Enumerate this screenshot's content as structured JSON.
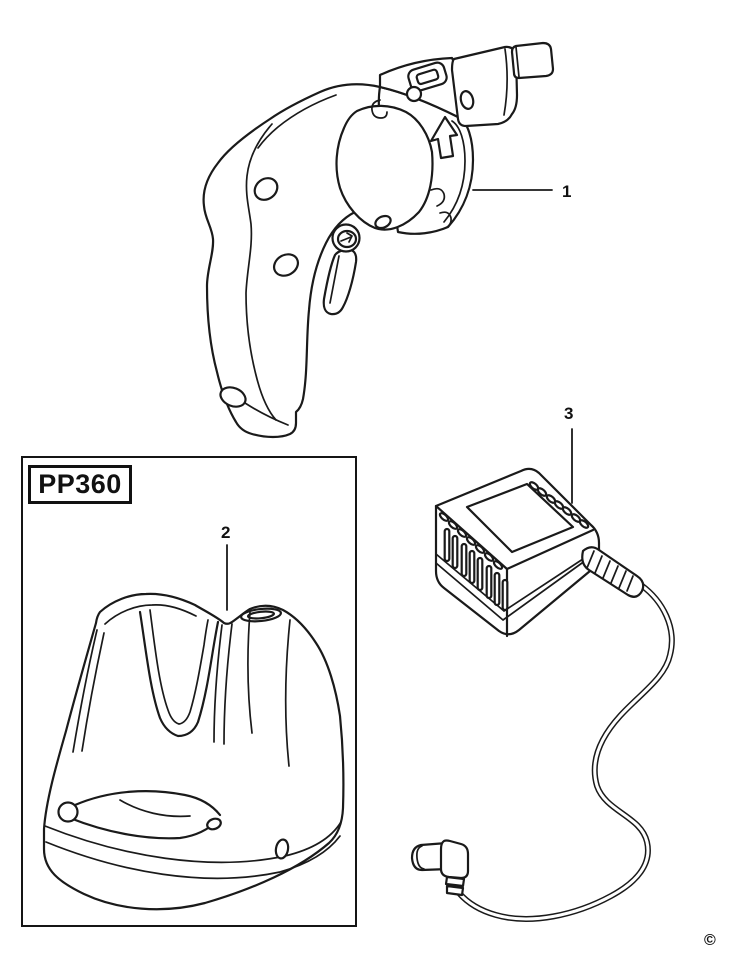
{
  "page": {
    "background_color": "#ffffff",
    "line_color": "#1a1a1a"
  },
  "model_group": {
    "model_label": "PP360"
  },
  "callouts": {
    "part_1": "1",
    "part_2": "2",
    "part_3": "3"
  },
  "copyright_symbol": "©"
}
